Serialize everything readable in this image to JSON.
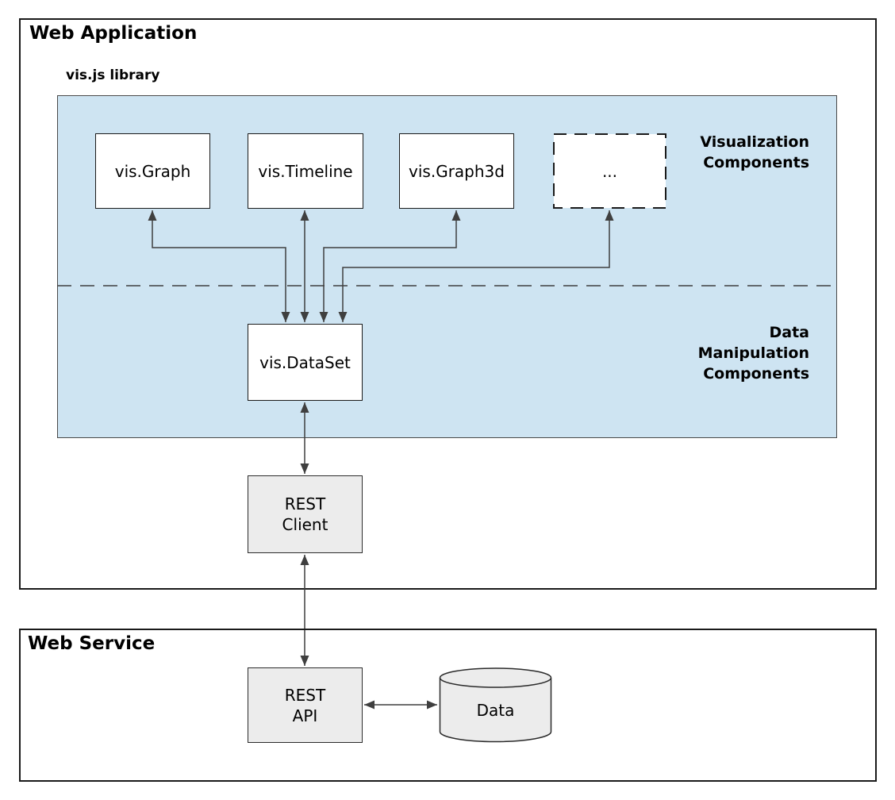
{
  "colors": {
    "page-bg": "#ffffff",
    "library-fill": "#cee4f2",
    "node-fill": "#ffffff",
    "service-fill": "#ececec",
    "border": "#1a1a1a",
    "line": "#3f3f3f",
    "text": "#000000"
  },
  "web_application": {
    "title": "Web Application"
  },
  "library": {
    "label": "vis.js library"
  },
  "nodes": {
    "graph": {
      "label": "vis.Graph"
    },
    "timeline": {
      "label": "vis.Timeline"
    },
    "graph3d": {
      "label": "vis.Graph3d"
    },
    "placeholder": {
      "label": "..."
    },
    "dataset": {
      "label": "vis.DataSet"
    },
    "rest_client": {
      "line1": "REST",
      "line2": "Client"
    },
    "rest_api": {
      "line1": "REST",
      "line2": "API"
    },
    "data_store": {
      "label": "Data"
    }
  },
  "section_labels": {
    "visualization": {
      "line1": "Visualization",
      "line2": "Components"
    },
    "data_manipulation": {
      "line1": "Data",
      "line2": "Manipulation",
      "line3": "Components"
    }
  },
  "web_service": {
    "title": "Web Service"
  }
}
